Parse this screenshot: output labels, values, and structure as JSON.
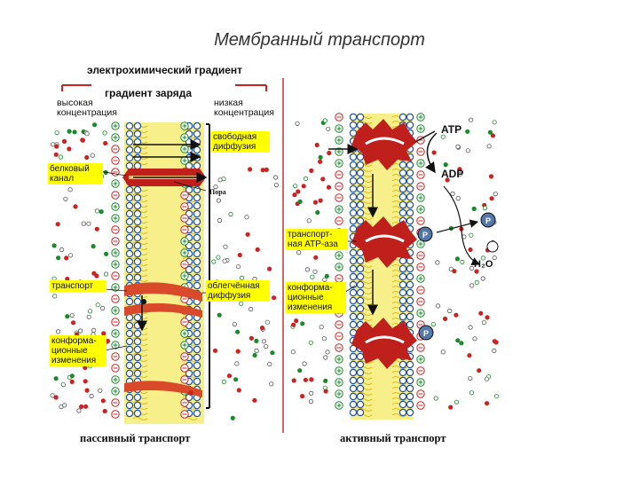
{
  "title": "Мембранный транспорт",
  "passive": {
    "gradient_main": "электрохимический градиент",
    "gradient_charge": "градиент заряда",
    "high_conc": "высокая концентрация",
    "low_conc": "низкая концентрация",
    "free_diffusion": "свободная диффузия",
    "protein_channel": "белковый канал",
    "pore": "Пора",
    "transporter": "транспорт",
    "facilitated": "облегчённая диффузия",
    "conformational": "конформа-ционные изменения",
    "caption": "пассивный транспорт"
  },
  "active": {
    "atp": "ATP",
    "adp": "ADP",
    "transport_atpase": "транспорт-ная АТР-аза",
    "conformational": "конформа-ционные изменения",
    "p_label": "P",
    "water": "H₂O",
    "caption": "активный транспорт"
  },
  "colors": {
    "membrane_yellow": "#f7f08a",
    "lipid_head_blue": "#1f4fa0",
    "ion_green": "#1a8a2a",
    "ion_red": "#cc2222",
    "protein_red": "#c0201c",
    "highlight_yellow": "#ffff00",
    "divider_red": "#cc3333"
  },
  "icons": [
    "arrow-icon",
    "phosphate-icon",
    "ion-plus-icon",
    "ion-minus-icon",
    "membrane-protein-icon"
  ]
}
